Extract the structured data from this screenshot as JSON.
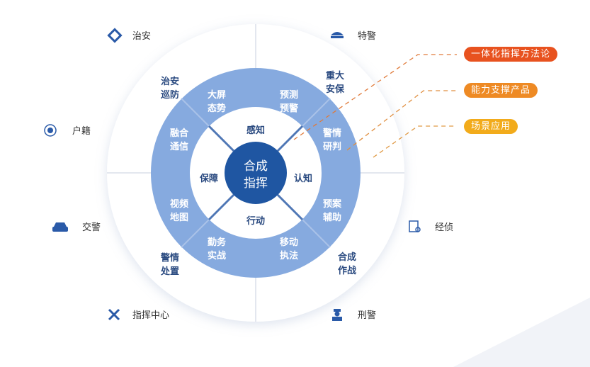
{
  "center": {
    "line1": "合成",
    "line2": "指挥"
  },
  "inner": [
    "感知",
    "认知",
    "行动",
    "保障"
  ],
  "ring": [
    [
      "大屏",
      "态势"
    ],
    [
      "预测",
      "预警"
    ],
    [
      "警情",
      "研判"
    ],
    [
      "预案",
      "辅助"
    ],
    [
      "移动",
      "执法"
    ],
    [
      "勤务",
      "实战"
    ],
    [
      "视频",
      "地图"
    ],
    [
      "融合",
      "通信"
    ]
  ],
  "scenarios": [
    [
      "治安",
      "巡防"
    ],
    [
      "重大",
      "安保"
    ],
    [
      "合成",
      "作战"
    ],
    [
      "警情",
      "处置"
    ]
  ],
  "domains": [
    {
      "label": "治安",
      "icon": "diamond-icon"
    },
    {
      "label": "特警",
      "icon": "police-cap-icon"
    },
    {
      "label": "户籍",
      "icon": "target-icon"
    },
    {
      "label": "经侦",
      "icon": "document-search-icon"
    },
    {
      "label": "交警",
      "icon": "car-icon"
    },
    {
      "label": "刑警",
      "icon": "officer-icon"
    },
    {
      "label": "指挥中心",
      "icon": "command-x-icon"
    }
  ],
  "legend": [
    {
      "label": "一体化指挥方法论",
      "color": "#e8521f"
    },
    {
      "label": "能力支撑产品",
      "color": "#ee8a24"
    },
    {
      "label": "场景应用",
      "color": "#f2ab1b"
    }
  ],
  "colors": {
    "ring": "#86aadf",
    "center": "#1f56a2",
    "text": "#2a4a80"
  }
}
